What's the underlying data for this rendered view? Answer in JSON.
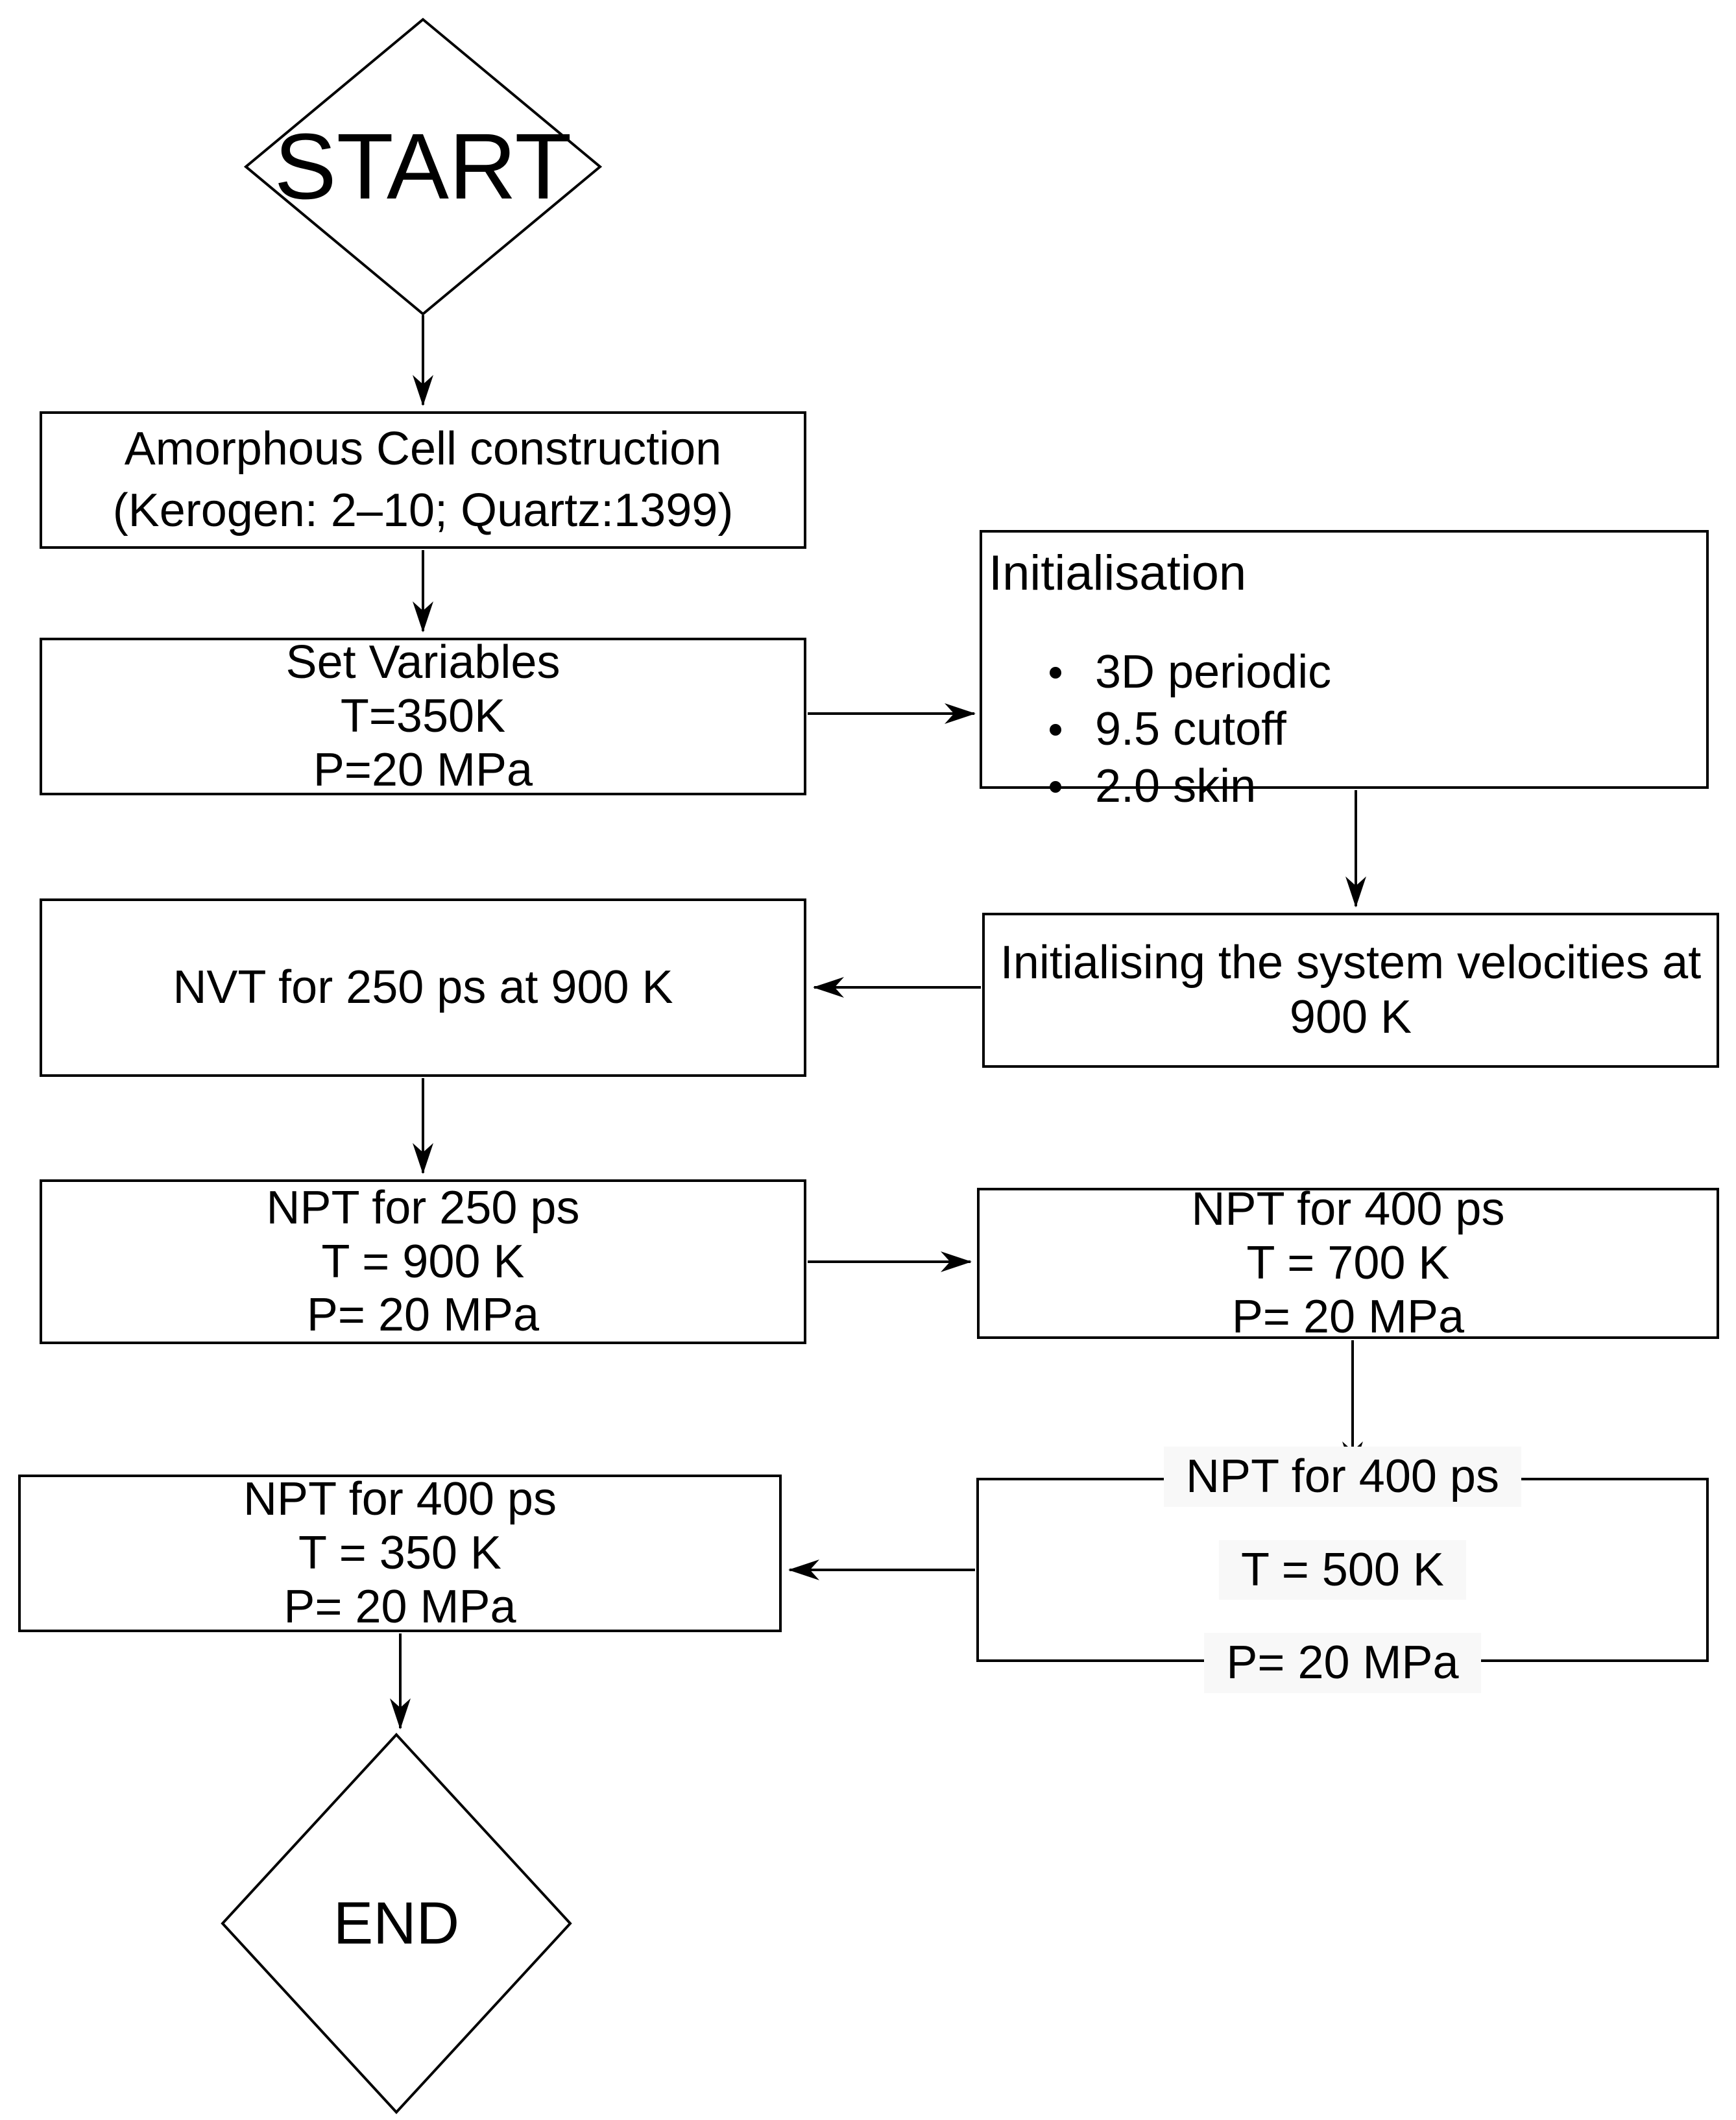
{
  "diagram": {
    "type": "flowchart",
    "colors": {
      "stroke": "#000000",
      "background": "#ffffff",
      "highlight_patch": "#f8f8f8"
    },
    "nodes": {
      "start": {
        "label": "START"
      },
      "amorphous": {
        "lines": [
          "Amorphous Cell construction",
          "(Kerogen: 2–10; Quartz:1399)"
        ]
      },
      "set_variables": {
        "lines": [
          "Set Variables",
          "T=350K",
          "P=20 MPa"
        ]
      },
      "initialisation": {
        "label": "Initialisation",
        "bullets": [
          "3D periodic",
          "9.5 cutoff",
          "2.0 skin"
        ]
      },
      "velocities": {
        "lines": [
          "Initialising the system velocities at",
          "900 K"
        ]
      },
      "nvt": {
        "lines": [
          "NVT for 250 ps at 900 K"
        ]
      },
      "npt_900": {
        "lines": [
          "NPT for 250 ps",
          "T = 900 K",
          "P= 20 MPa"
        ]
      },
      "npt_700": {
        "lines": [
          "NPT for 400 ps",
          "T = 700 K",
          "P= 20 MPa"
        ]
      },
      "npt_500": {
        "lines": [
          "NPT for 400 ps",
          "T = 500 K",
          "P= 20 MPa"
        ]
      },
      "npt_350": {
        "lines": [
          "NPT for 400 ps",
          "T = 350 K",
          "P= 20 MPa"
        ]
      },
      "end": {
        "label": "END"
      }
    }
  }
}
